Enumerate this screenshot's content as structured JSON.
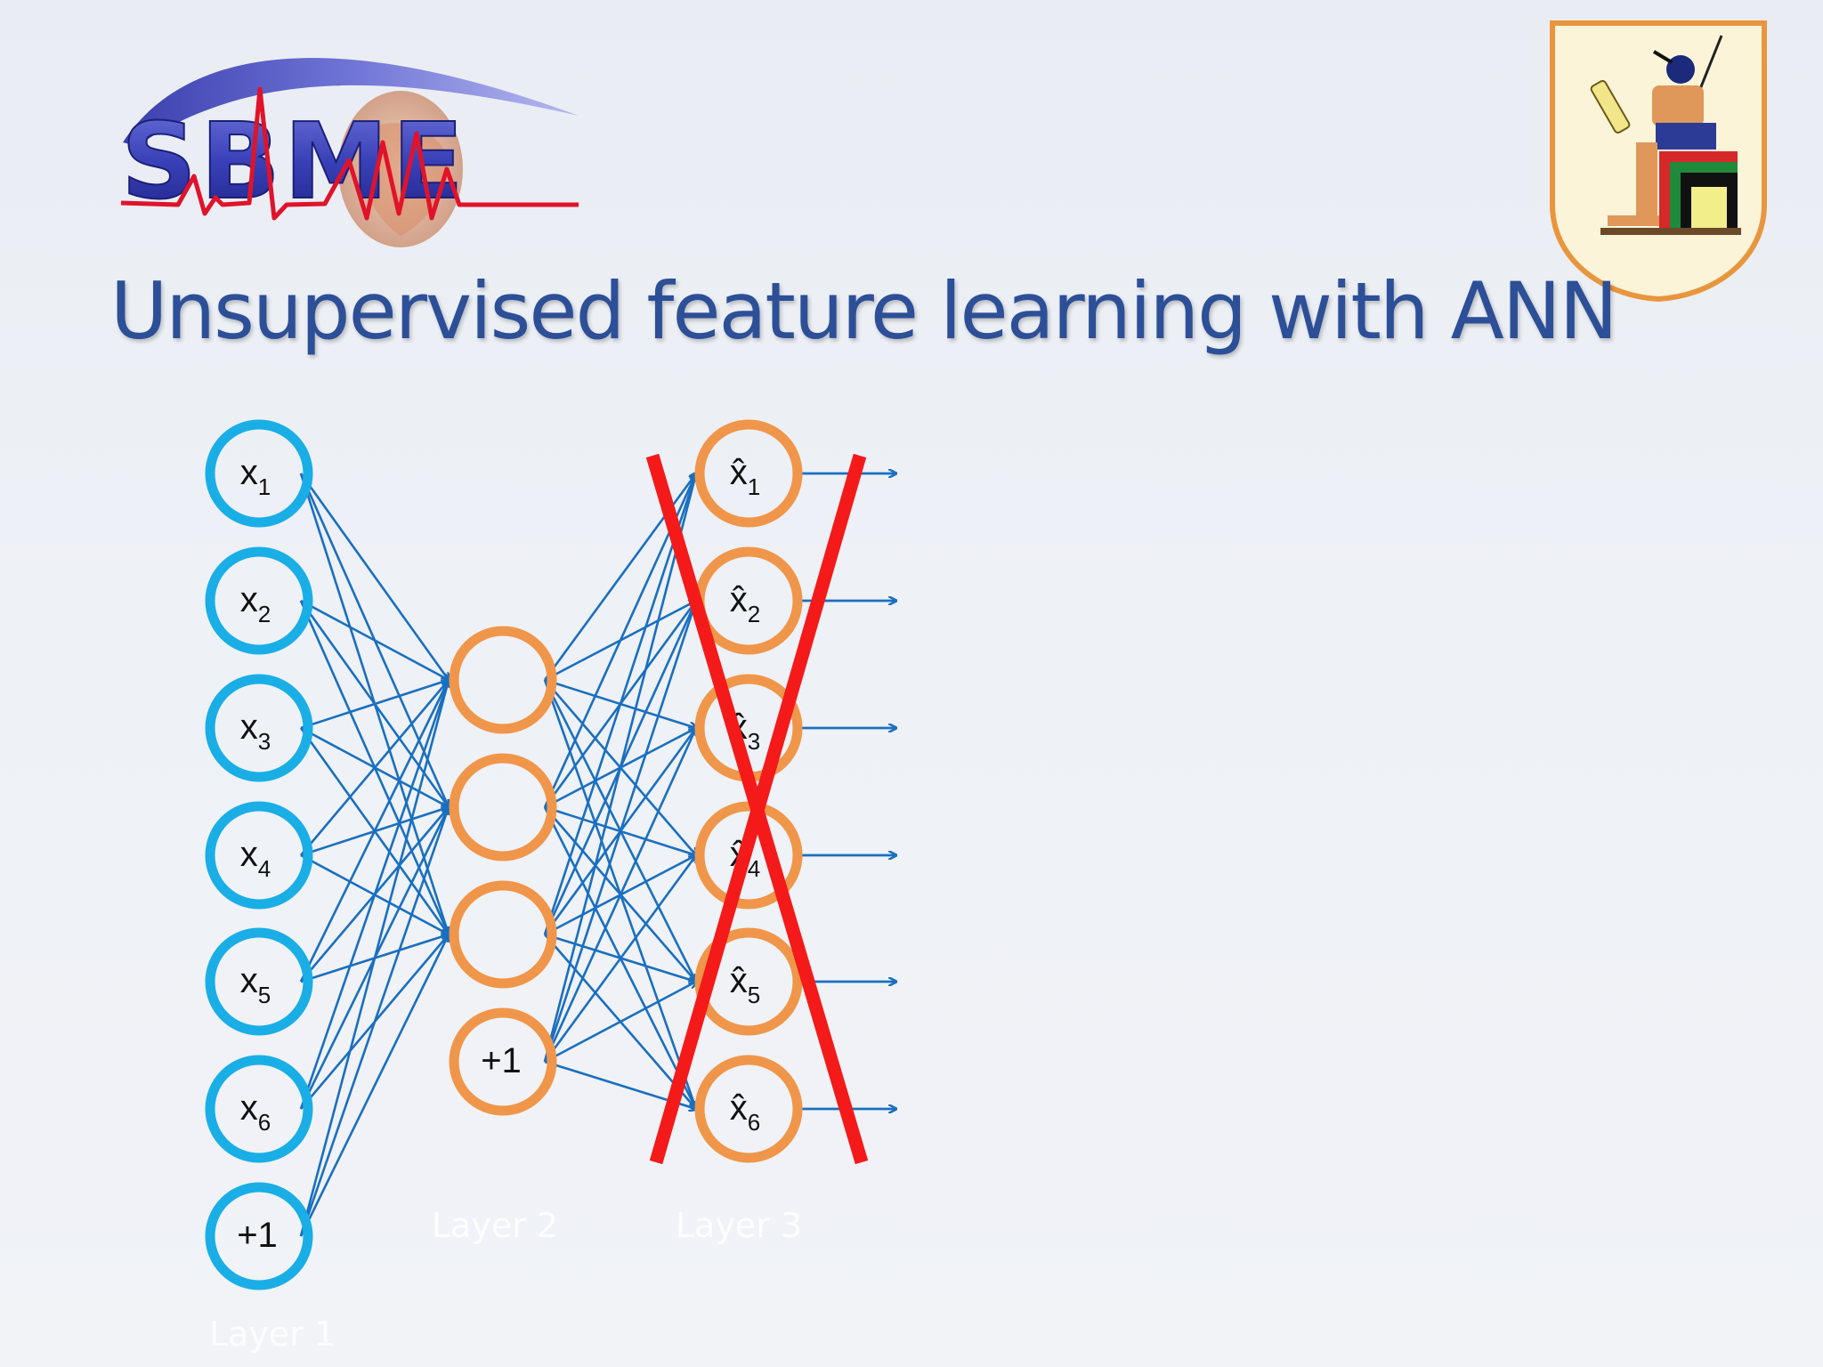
{
  "title": "Unsupervised feature learning with ANN",
  "logo": {
    "text": "SBME"
  },
  "colors": {
    "title": "#2c4f97",
    "input_node": "#1aaee6",
    "hidden_node": "#f0964a",
    "connection": "#1a6fbf",
    "cross": "#f41a1a"
  },
  "network": {
    "input_nodes": [
      {
        "main": "x",
        "sub": "1"
      },
      {
        "main": "x",
        "sub": "2"
      },
      {
        "main": "x",
        "sub": "3"
      },
      {
        "main": "x",
        "sub": "4"
      },
      {
        "main": "x",
        "sub": "5"
      },
      {
        "main": "x",
        "sub": "6"
      },
      {
        "main": "+1",
        "sub": ""
      }
    ],
    "hidden_nodes": [
      {
        "main": "",
        "sub": ""
      },
      {
        "main": "",
        "sub": ""
      },
      {
        "main": "",
        "sub": ""
      },
      {
        "main": "+1",
        "sub": ""
      }
    ],
    "output_nodes": [
      {
        "main": "x̂",
        "sub": "1"
      },
      {
        "main": "x̂",
        "sub": "2"
      },
      {
        "main": "x̂",
        "sub": "3"
      },
      {
        "main": "x̂",
        "sub": "4"
      },
      {
        "main": "x̂",
        "sub": "5"
      },
      {
        "main": "x̂",
        "sub": "6"
      }
    ],
    "layer_labels": [
      "Layer 1",
      "Layer 2",
      "Layer 3"
    ],
    "output_layer_crossed_out": true
  }
}
